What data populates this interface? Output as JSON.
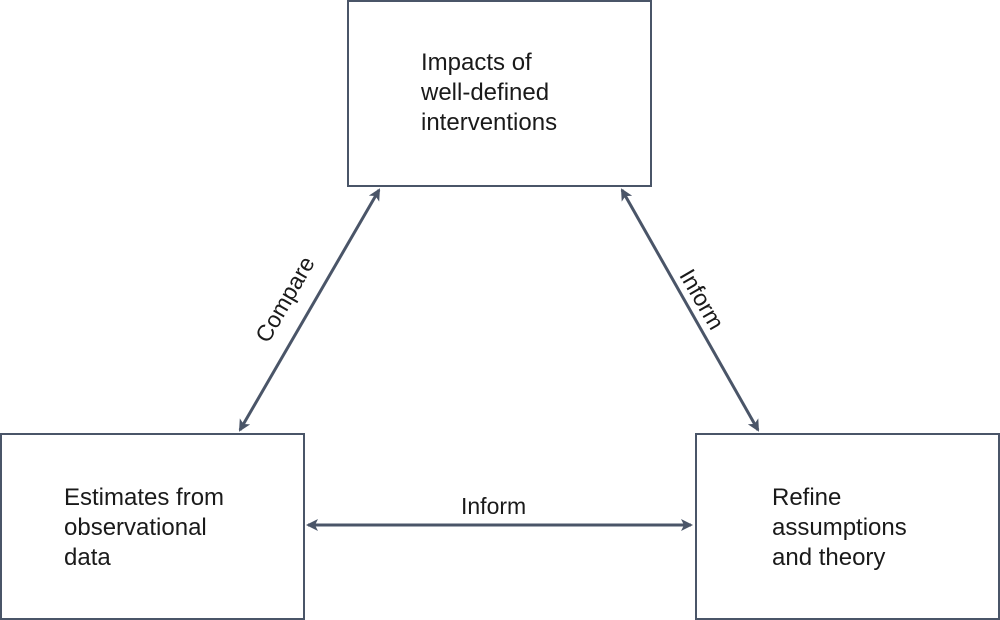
{
  "nodes": {
    "top": {
      "lines": [
        "Impacts of",
        "well-defined",
        "interventions"
      ]
    },
    "left": {
      "lines": [
        "Estimates from",
        "observational",
        "data"
      ]
    },
    "right": {
      "lines": [
        "Refine",
        "assumptions",
        "and theory"
      ]
    }
  },
  "edges": {
    "compare": {
      "label": "Compare"
    },
    "inform_right": {
      "label": "Inform"
    },
    "inform_bottom": {
      "label": "Inform"
    }
  },
  "colors": {
    "arrow": "#4a5568",
    "border": "#4a5568"
  }
}
